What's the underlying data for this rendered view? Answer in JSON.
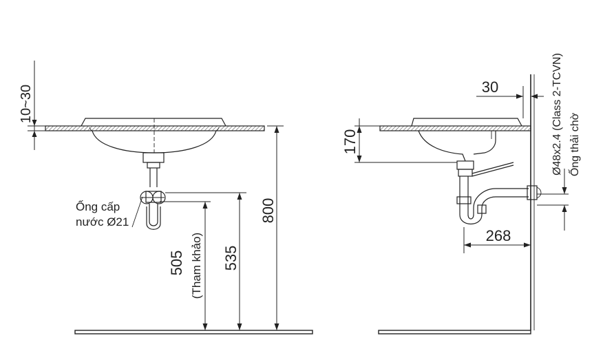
{
  "front_view": {
    "dim_counter_gap": "10~30",
    "dim_supply_height": "505",
    "dim_supply_note": "(Tham khảo)",
    "dim_height_mid": "535",
    "dim_height_total": "800",
    "supply_label_line1": "Ống cấp",
    "supply_label_line2": "nước Ø21"
  },
  "side_view": {
    "dim_wall_gap": "30",
    "dim_basin_depth": "170",
    "dim_trap_offset": "268",
    "drain_spec": "Ø48x2.4 (Class 2-TCVN)",
    "drain_label": "Ống thải chờ"
  }
}
